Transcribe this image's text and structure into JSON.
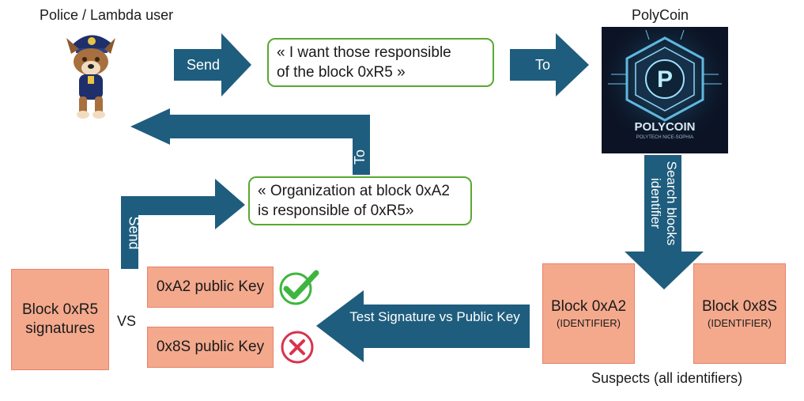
{
  "user_label": "Police / Lambda user",
  "polycoin_label": "PolyCoin",
  "logo": {
    "letter": "P",
    "word": "POLYCOIN",
    "tagline": "POLYTECH NICE-SOPHIA"
  },
  "arrows": {
    "send_top": "Send",
    "to_top": "To",
    "to_back": "To",
    "send_left": "Send",
    "search": "Search blocks identifier",
    "test": "Test Signature vs Public Key"
  },
  "bubble_request": {
    "line1": "« I want those responsible",
    "line2": "of the block 0xR5 »"
  },
  "bubble_response": {
    "line1": "« Organization at block 0xA2",
    "line2": "is responsible of 0xR5»"
  },
  "block_signatures": {
    "line1": "Block 0xR5",
    "line2": "signatures"
  },
  "vs_label": "VS",
  "key_a2": "0xA2 public Key",
  "key_8s": "0x8S public Key",
  "suspect_a2": {
    "name": "Block 0xA2",
    "tag": "(IDENTIFIER)"
  },
  "suspect_8s": {
    "name": "Block 0x8S",
    "tag": "(IDENTIFIER)"
  },
  "suspects_label": "Suspects (all identifiers)",
  "icons": {
    "check": "check-icon",
    "cross": "cross-icon",
    "avatar": "police-dog-avatar"
  },
  "colors": {
    "arrow": "#1f5d7e",
    "orange": "#f4a98d",
    "bubble_border": "#5aa832",
    "check": "#3fb53f",
    "cross": "#d9334d"
  }
}
